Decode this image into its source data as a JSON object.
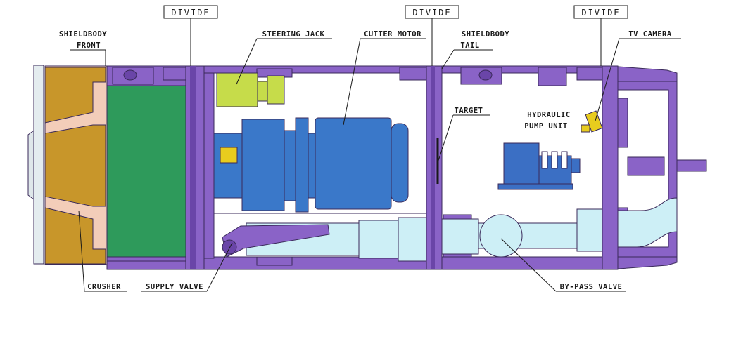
{
  "colors": {
    "hull": "#8a63c7",
    "hull_dark": "#6a45a8",
    "crusher": "#c8962a",
    "crusher_bg": "#f3cdb9",
    "green_chamber": "#2e9a5b",
    "steering_jack": "#c6dc4a",
    "motor_blue": "#3a78c9",
    "pipe": "#cdeff6",
    "pump_blue": "#3b6fc4",
    "camera_yellow": "#e8cc1e",
    "face_plate": "#e4ecef"
  },
  "labels": {
    "divide_1": "DIVIDE",
    "divide_2": "DIVIDE",
    "divide_3": "DIVIDE",
    "shieldbody_front_1": "SHIELDBODY",
    "shieldbody_front_2": "FRONT",
    "steering_jack": "STEERING JACK",
    "cutter_motor": "CUTTER MOTOR",
    "shieldbody_tail_1": "SHIELDBODY",
    "shieldbody_tail_2": "TAIL",
    "tv_camera": "TV CAMERA",
    "target": "TARGET",
    "hydraulic_1": "HYDRAULIC",
    "hydraulic_2": "PUMP UNIT",
    "crusher": "CRUSHER",
    "supply_valve": "SUPPLY VALVE",
    "bypass_valve": "BY-PASS VALVE"
  }
}
